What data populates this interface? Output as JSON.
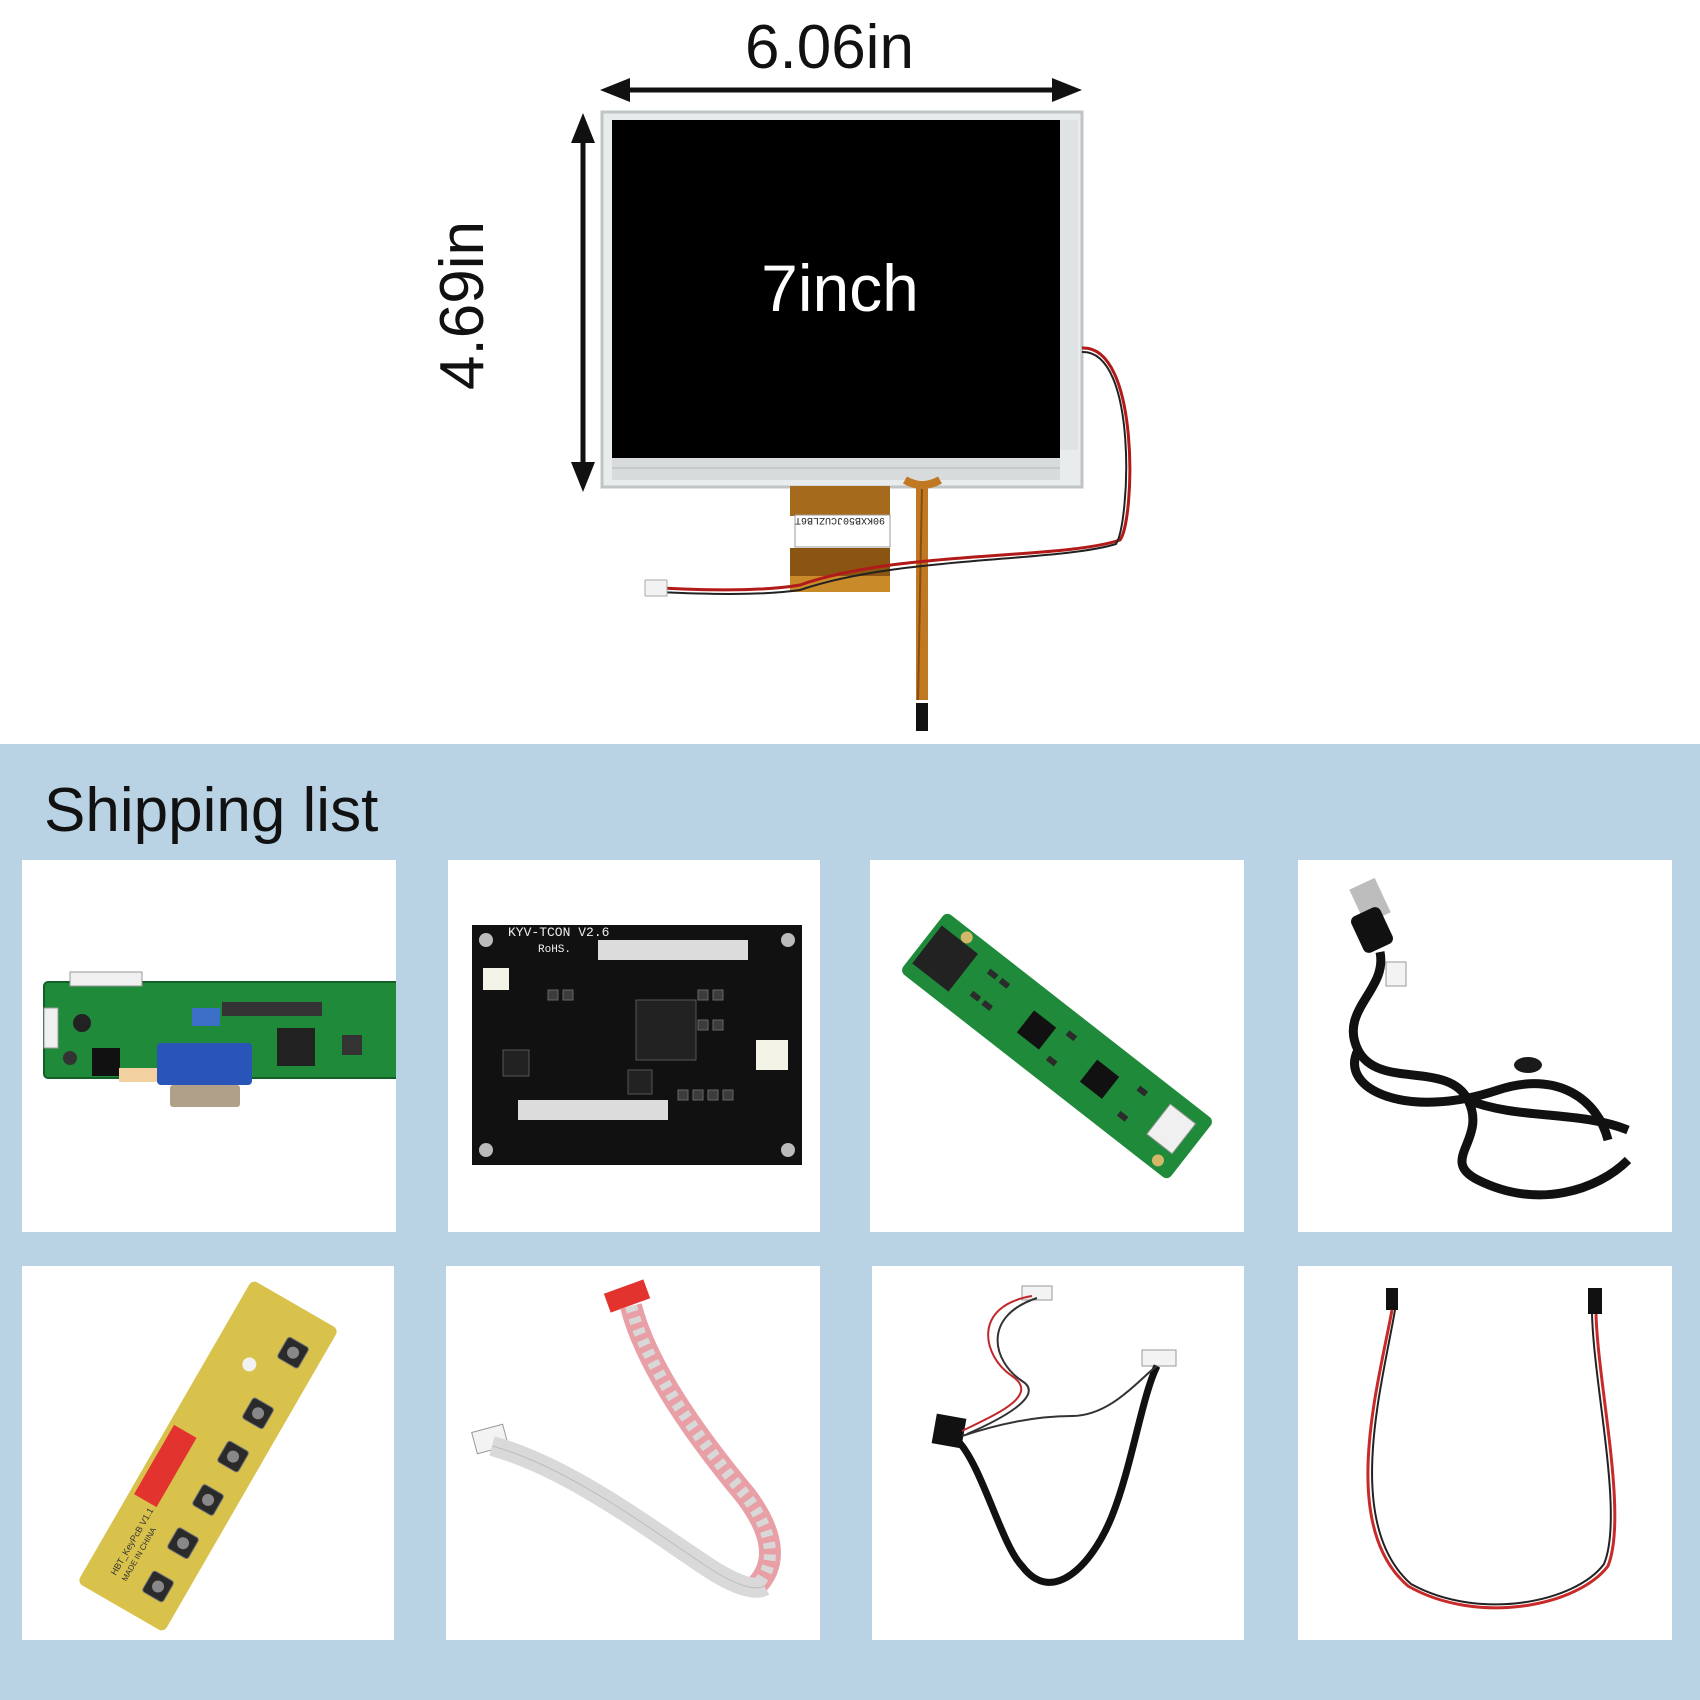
{
  "hero": {
    "width_label": "6.06in",
    "height_label": "4.69in",
    "screen_label": "7inch",
    "serial_text": "90KXB50JCUZLB6T"
  },
  "shipping": {
    "title": "Shipping list",
    "items": [
      {
        "icon": "lcd-controller-board-icon"
      },
      {
        "icon": "tcon-board-icon",
        "board_text": "KYV-TCON V2.6",
        "rohs_text": "RoHS."
      },
      {
        "icon": "touch-controller-board-icon"
      },
      {
        "icon": "usb-cable-icon"
      },
      {
        "icon": "keypad-board-icon",
        "board_text": "HBT_KeyPcB V1.1",
        "made_text": "MADE IN CHINA"
      },
      {
        "icon": "ribbon-cable-icon"
      },
      {
        "icon": "lvds-cable-icon"
      },
      {
        "icon": "red-black-wire-icon"
      }
    ]
  },
  "colors": {
    "shipping_bg": "#b9d3e5",
    "screen": "#000000",
    "pcb_green": "#1f8a3a",
    "pcb_black": "#111111",
    "keypad_board": "#d8c24c"
  }
}
